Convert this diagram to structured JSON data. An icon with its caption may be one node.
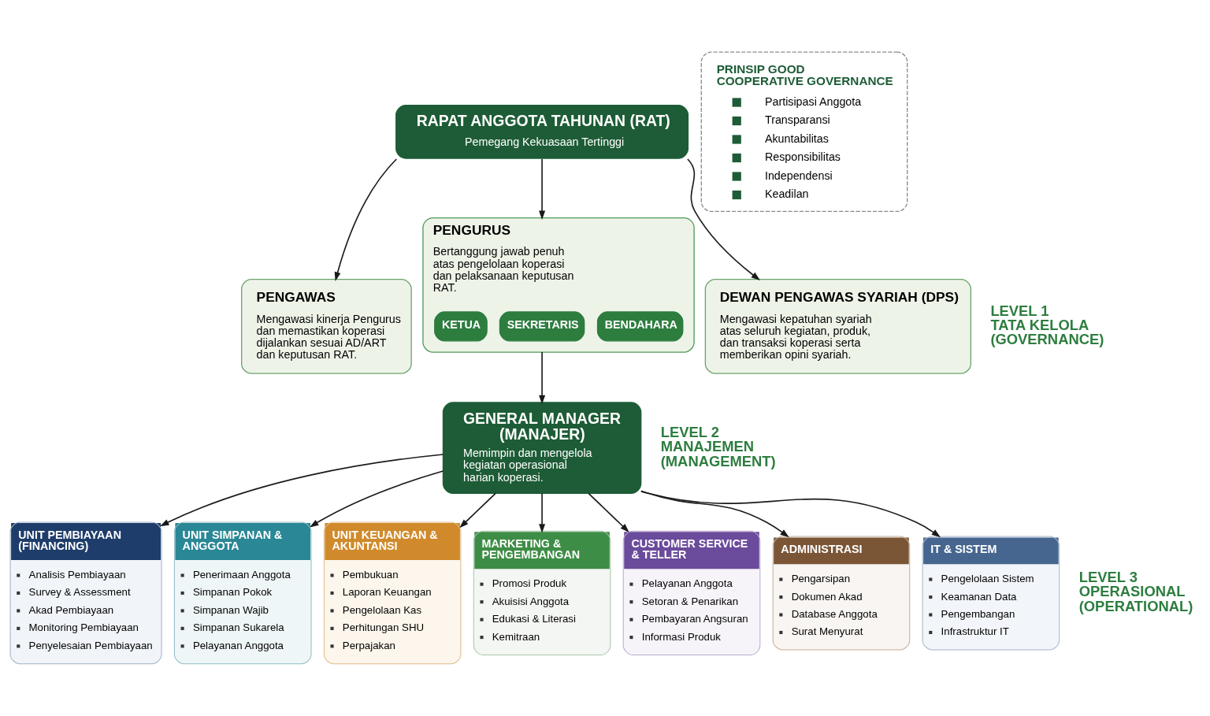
{
  "diagram": {
    "nodes": [
      {
        "text": [
          "RAPAT ANGGOTA TAHUNAN (RAT)",
          "Pemegang Kekuasaan Tertinggi"
        ]
      },
      {
        "text": [
          "PENGAWAS",
          "Mengawasi kinerja Pengurus dan memastikan koperasi dijalankan sesuai AD/ART dan keputusan RAT."
        ]
      },
      {
        "text": [
          "PENGURUS",
          "Bertanggung jawab penuh atas pengelolaan koperasi dan pelaksanaan keputusan RAT."
        ]
      },
      {
        "text": [
          "KETUA"
        ],
        "in": 2
      },
      {
        "text": [
          "SEKRETARIS"
        ],
        "in": 2
      },
      {
        "text": [
          "BENDAHARA"
        ],
        "in": 2
      },
      {
        "text": [
          "DEWAN PENGAWAS SYARIAH (DPS)",
          "Mengawasi kepatuhan syariah atas seluruh kegiatan, produk, dan transaksi koperasi serta memberikan opini syariah."
        ]
      },
      {
        "text": [
          "GENERAL MANAGER (MANAJER)",
          "Memimpin dan mengelola kegiatan operasional harian koperasi."
        ]
      },
      {
        "text": [
          "UNIT PEMBIAYAAN (FINANCING)",
          "Analisis Pembiayaan",
          "Survey & Assessment",
          "Akad Pembiayaan",
          "Monitoring Pembiayaan",
          "Penyelesaian Pembiayaan"
        ]
      },
      {
        "text": [
          "UNIT SIMPANAN & ANGGOTA",
          "Penerimaan Anggota",
          "Simpanan Pokok",
          "Simpanan Wajib",
          "Simpanan Sukarela",
          "Pelayanan Anggota"
        ]
      },
      {
        "text": [
          "UNIT KEUANGAN & AKUNTANSI",
          "Pembukuan",
          "Laporan Keuangan",
          "Pengelolaan Kas",
          "Perhitungan SHU",
          "Perpajakan"
        ]
      },
      {
        "text": [
          "MARKETING & PENGEMBANGAN",
          "Promosi Produk",
          "Akuisisi Anggota",
          "Edukasi & Literasi",
          "Kemitraan"
        ]
      },
      {
        "text": [
          "CUSTOMER SERVICE & TELLER",
          "Pelayanan Anggota",
          "Setoran & Penarikan",
          "Pembayaran Angsuran",
          "Informasi Produk"
        ]
      },
      {
        "text": [
          "ADMINISTRASI",
          "Pengarsipan",
          "Dokumen Akad",
          "Database Anggota",
          "Surat Menyurat"
        ]
      },
      {
        "text": [
          "IT & SISTEM",
          "Pengelolaan Sistem",
          "Keamanan Data",
          "Pengembangan",
          "Infrastruktur IT"
        ]
      },
      {
        "text": [
          "PRINSIP GOOD COOPERATIVE GOVERNANCE",
          "Partisipasi Anggota",
          "Transparansi",
          "Akuntabilitas",
          "Responsibilitas",
          "Independensi",
          "Keadilan"
        ]
      }
    ],
    "edges": [
      {
        "from": 0,
        "to": 1,
        "arrow": "to"
      },
      {
        "from": 0,
        "to": 2,
        "arrow": "to"
      },
      {
        "from": 0,
        "to": 6,
        "arrow": "to"
      },
      {
        "from": 2,
        "to": 7,
        "arrow": "to"
      },
      {
        "from": 7,
        "to": 8,
        "arrow": "to"
      },
      {
        "from": 7,
        "to": 9,
        "arrow": "to"
      },
      {
        "from": 7,
        "to": 10,
        "arrow": "to"
      },
      {
        "from": 7,
        "to": 11,
        "arrow": "to"
      },
      {
        "from": 7,
        "to": 12,
        "arrow": "to"
      },
      {
        "from": 7,
        "to": 13,
        "arrow": "to"
      },
      {
        "from": 7,
        "to": 14,
        "arrow": "to"
      }
    ],
    "labels": [
      "LEVEL 1 TATA KELOLA (GOVERNANCE)",
      "LEVEL 2 MANAJEMEN (MANAGEMENT)",
      "LEVEL 3 OPERASIONAL (OPERATIONAL)"
    ]
  }
}
